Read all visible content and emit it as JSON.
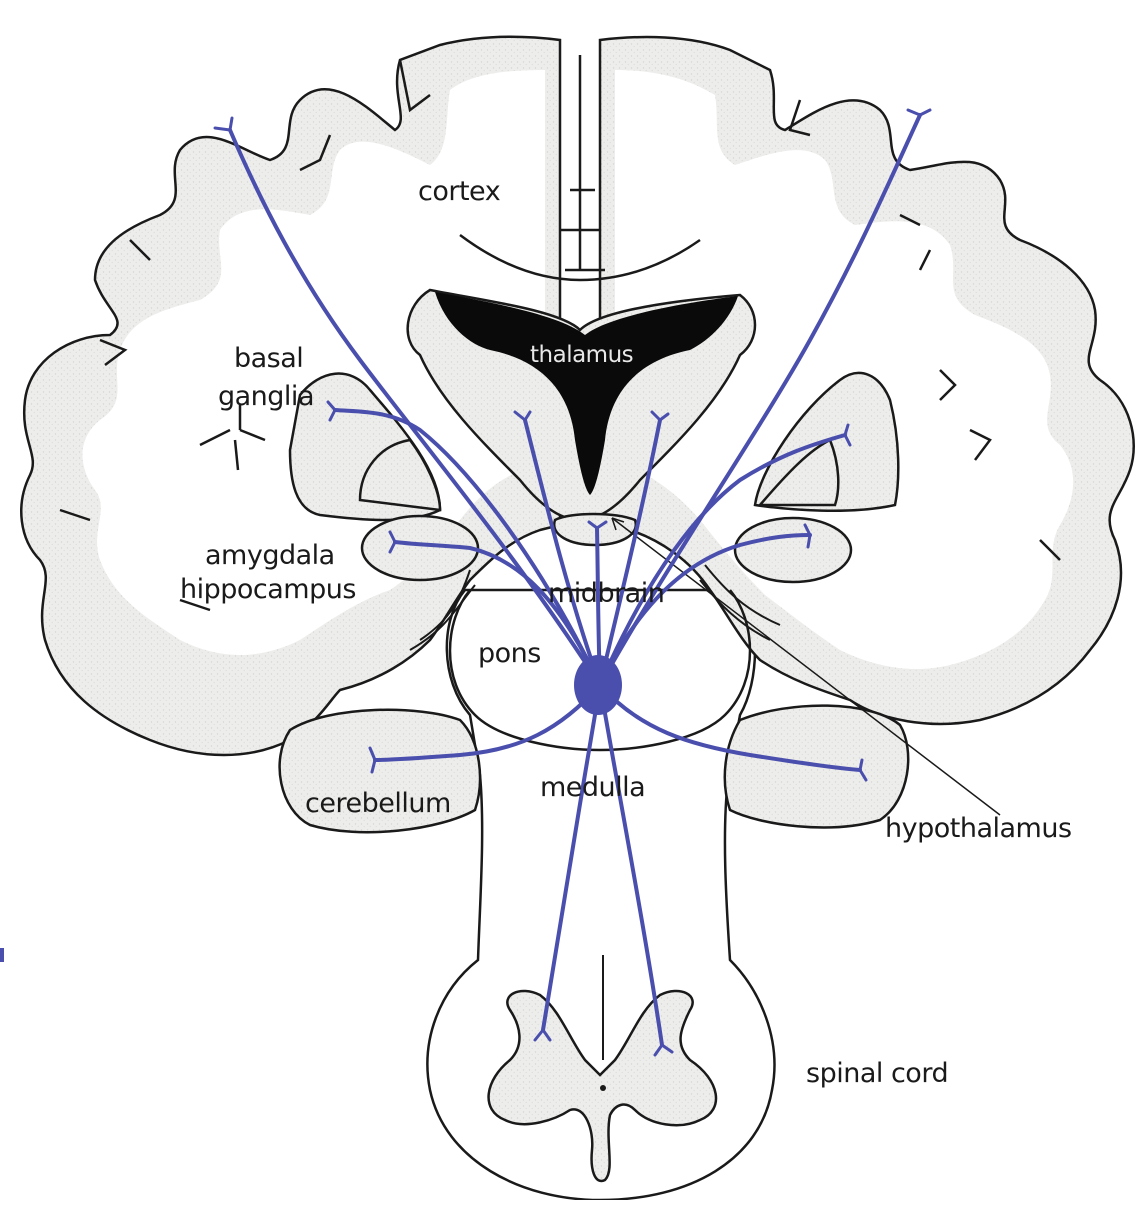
{
  "labels": {
    "cortex": "cortex",
    "thalamus": "thalamus",
    "basal_ganglia_1": "basal",
    "basal_ganglia_2": "ganglia",
    "amygdala": "amygdala",
    "hippocampus": "hippocampus",
    "midbrain": "midbrain",
    "pons": "pons",
    "cerebellum": "cerebellum",
    "medulla": "medulla",
    "hypothalamus": "hypothalamus",
    "spinal_cord": "spinal cord"
  },
  "colors": {
    "pathway": "#4a4fae",
    "tissue_fill": "#ececea",
    "outline": "#1a1a1a",
    "ventricle": "#0a0a0a"
  }
}
